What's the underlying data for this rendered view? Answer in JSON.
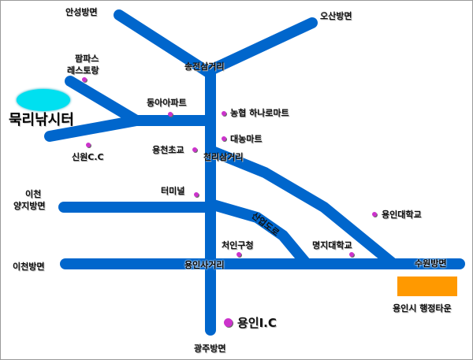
{
  "map": {
    "road_color": "#0066cc",
    "poi_color": "#cc33cc",
    "lake_color": "#00e0f0",
    "office_color": "#ff9900"
  },
  "title": "묵리낚시터",
  "directions": {
    "anseong": "안성방면",
    "osan": "오산방면",
    "icheon_yangji_1": "이천",
    "icheon_yangji_2": "양지방면",
    "icheon": "이천방면",
    "suwon": "수원방면",
    "gwangju": "광주방면"
  },
  "junctions": {
    "songjeon": "송전삼거리",
    "cheonri": "천리삼거리",
    "yongin_sageori": "용인사거리"
  },
  "roads": {
    "sanup": "산업도로"
  },
  "places": {
    "restaurant_1": "팜파스",
    "restaurant_2": "레스토랑",
    "dongah_apt": "동아아파트",
    "nonghyup": "농협 하나로마트",
    "daenong": "대농마트",
    "yongcheon_school": "용천초교",
    "sinwon_cc": "신원C.C",
    "terminal": "터미널",
    "yongin_univ": "용인대학교",
    "cheoin_office": "처인구청",
    "myongji_univ": "명지대학교",
    "yongin_ic": "용인I.C",
    "city_hall": "용인시 행정타운"
  }
}
